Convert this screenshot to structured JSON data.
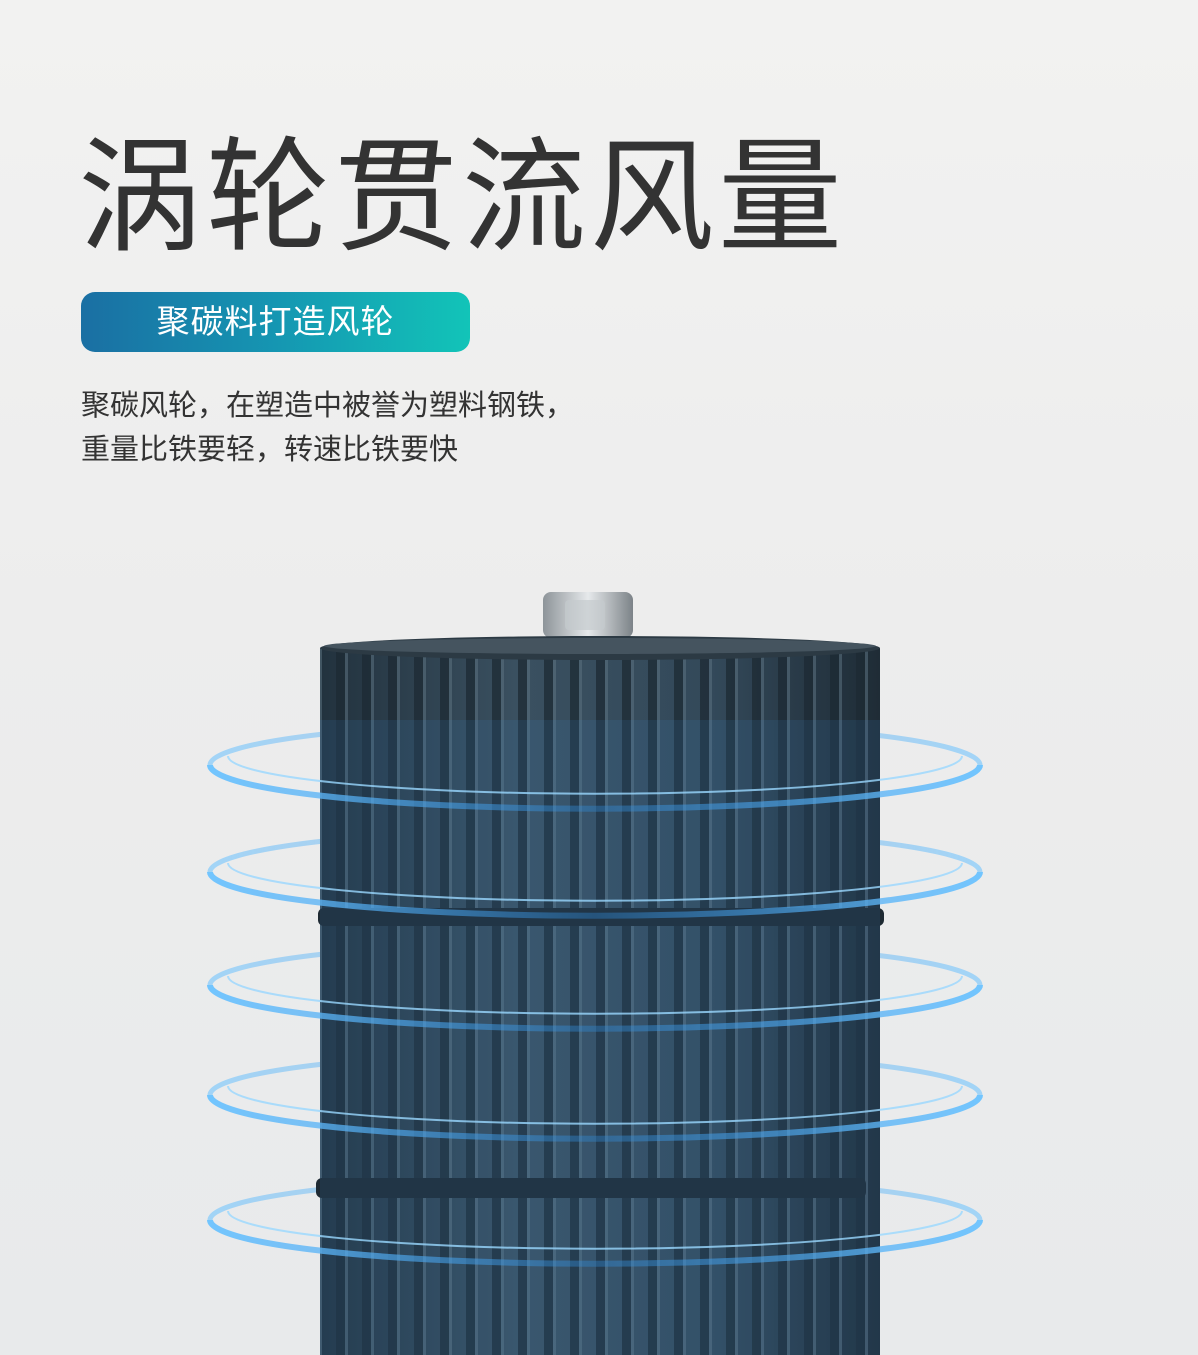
{
  "headline": "涡轮贯流风量",
  "badge": "聚碳料打造风轮",
  "description": {
    "line1": "聚碳风轮，在塑造中被誉为塑料钢铁，",
    "line2": "重量比铁要轻，转速比铁要快"
  },
  "colors": {
    "badge_start": "#1a6fa3",
    "badge_end": "#12c4b8",
    "text": "#333333",
    "airflow_ring": "#3aa0ee",
    "fan_body": "#2d4150"
  },
  "image": {
    "subject": "cross-flow fan wheel with blue airflow rings"
  }
}
